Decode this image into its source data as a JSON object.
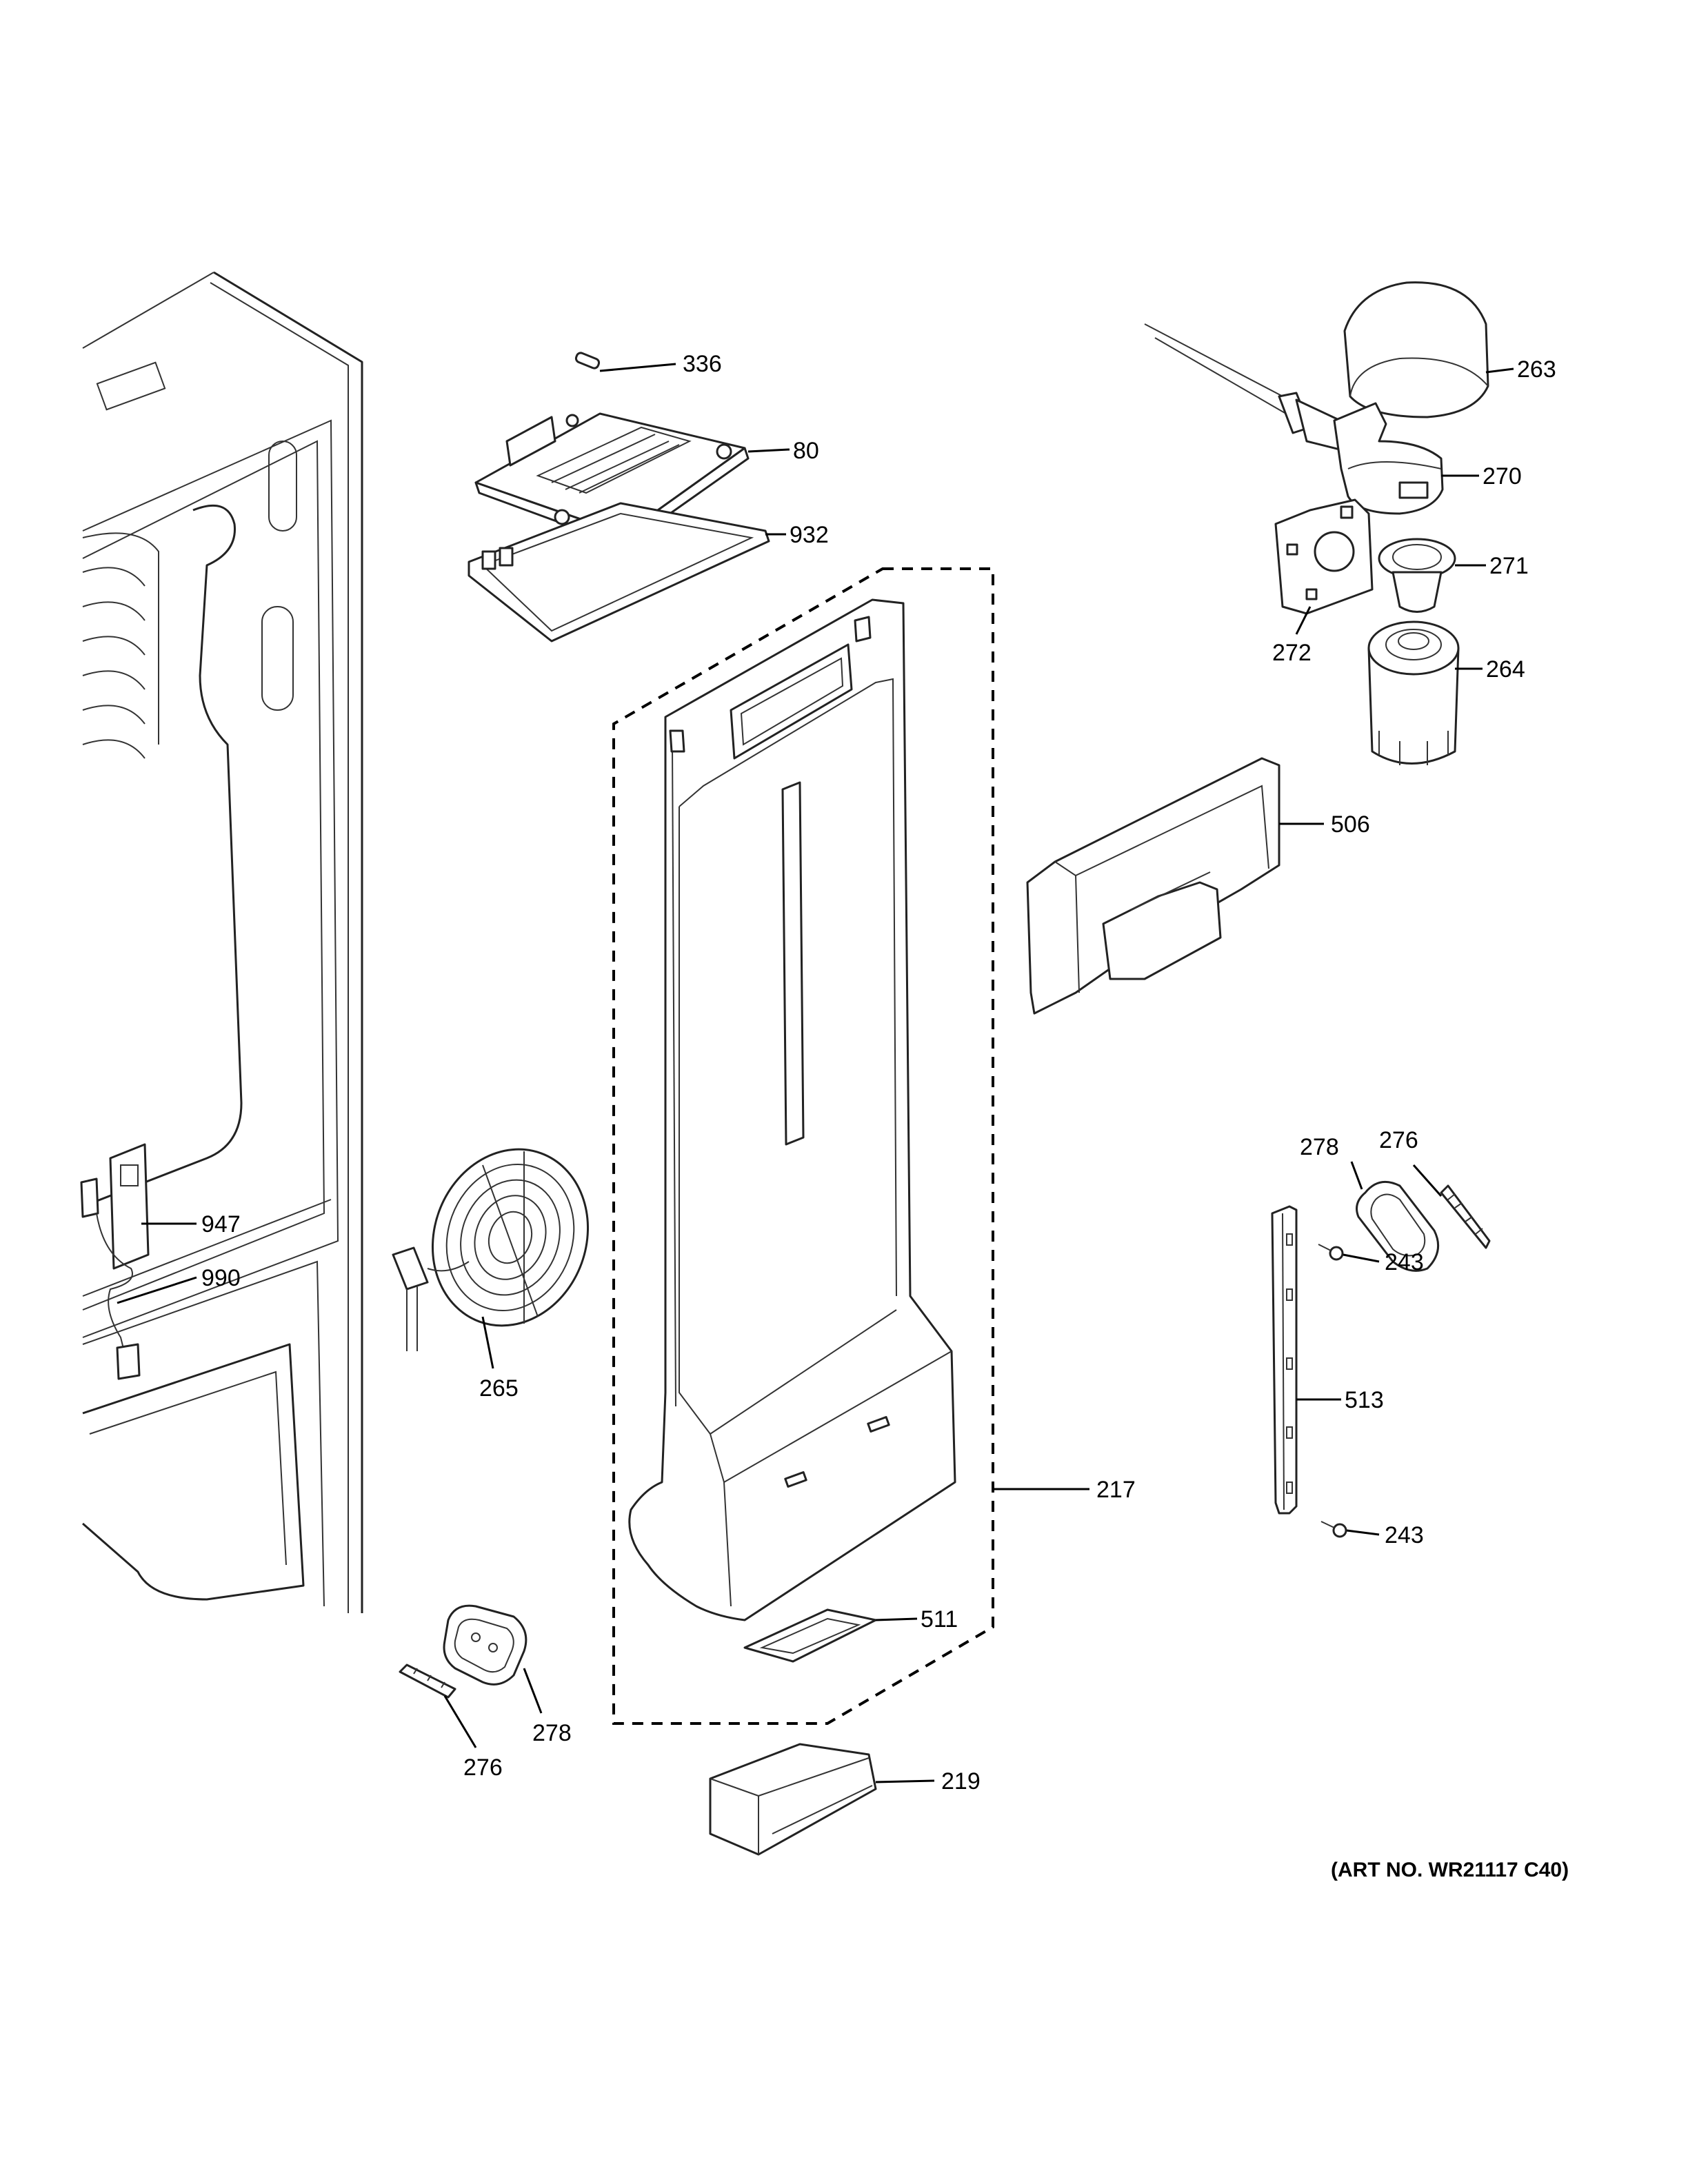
{
  "callouts": {
    "c336": "336",
    "c80": "80",
    "c932": "932",
    "c263": "263",
    "c270": "270",
    "c271": "271",
    "c272": "272",
    "c264": "264",
    "c506": "506",
    "c276a": "276",
    "c278a": "278",
    "c243a": "243",
    "c513": "513",
    "c243b": "243",
    "c947": "947",
    "c990": "990",
    "c265": "265",
    "c217": "217",
    "c511": "511",
    "c278b": "278",
    "c276b": "276",
    "c219": "219"
  },
  "art_number": "(ART NO. WR21117 C40)"
}
